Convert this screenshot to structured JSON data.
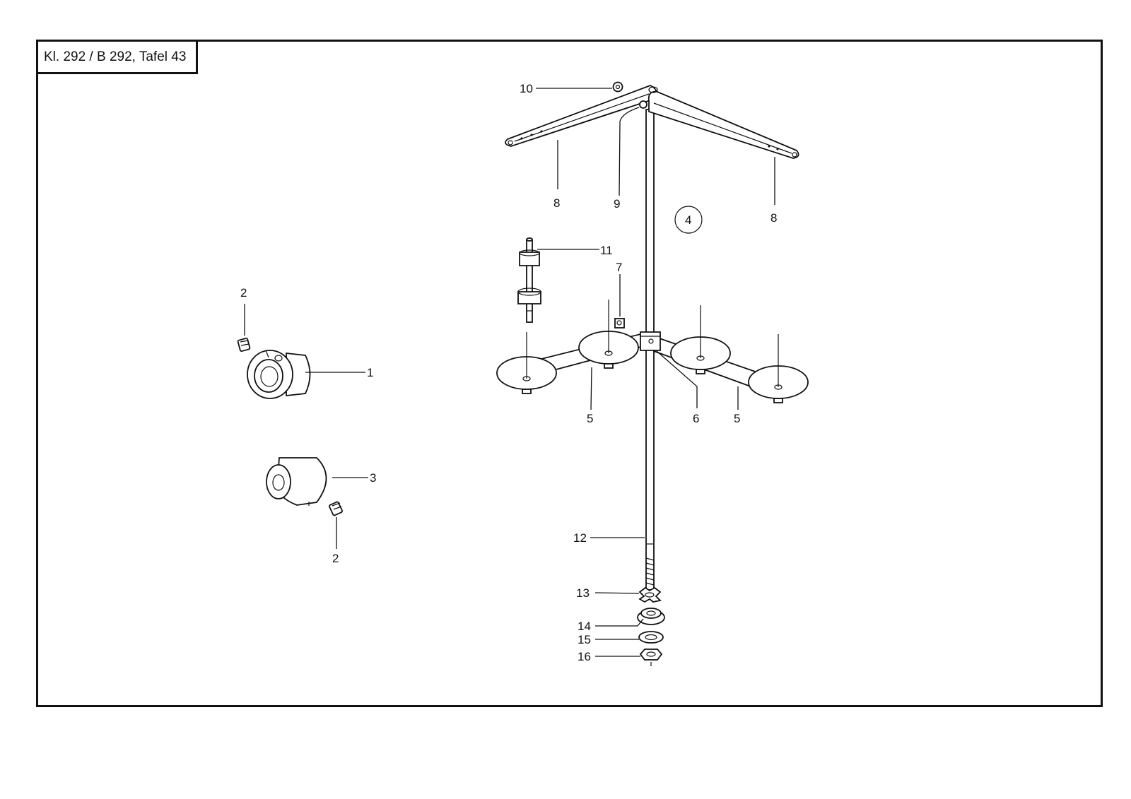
{
  "sheet": {
    "title": "Kl. 292 / B 292, Tafel  43",
    "group_marker": "4"
  },
  "callouts": {
    "c1": "1",
    "c2a": "2",
    "c2b": "2",
    "c3": "3",
    "c5a": "5",
    "c5b": "5",
    "c6": "6",
    "c7": "7",
    "c8a": "8",
    "c8b": "8",
    "c9": "9",
    "c10": "10",
    "c11": "11",
    "c12": "12",
    "c13": "13",
    "c14": "14",
    "c15": "15",
    "c16": "16"
  }
}
